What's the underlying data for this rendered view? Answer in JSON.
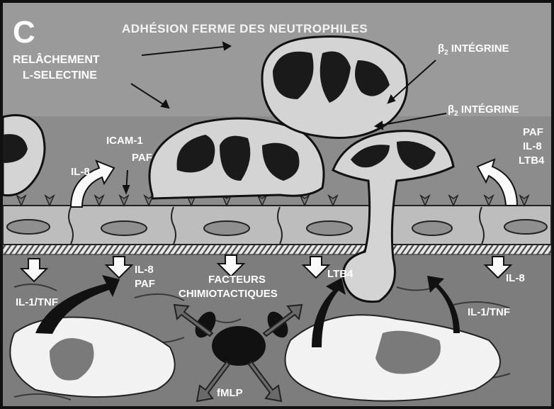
{
  "panel_letter": "C",
  "title": "ADHÉSION FERME DES NEUTROPHILES",
  "labels": {
    "relachement_1": "RELÂCHEMENT",
    "relachement_2": "L-SELECTINE",
    "beta": "β",
    "beta_sub": "2",
    "integrine": "INTÉGRINE",
    "icam": "ICAM-1",
    "paf": "PAF",
    "il8": "IL-8",
    "ltb4": "LTB4",
    "il1tnf": "IL-1/TNF",
    "facteurs_1": "FACTEURS",
    "facteurs_2": "CHIMIOTACTIQUES",
    "fmlp": "fMLP"
  },
  "colors": {
    "background": "#8a8a8a",
    "cell_light": "#d2d2d2",
    "nucleus": "#1a1a1a",
    "outline": "#111111"
  }
}
